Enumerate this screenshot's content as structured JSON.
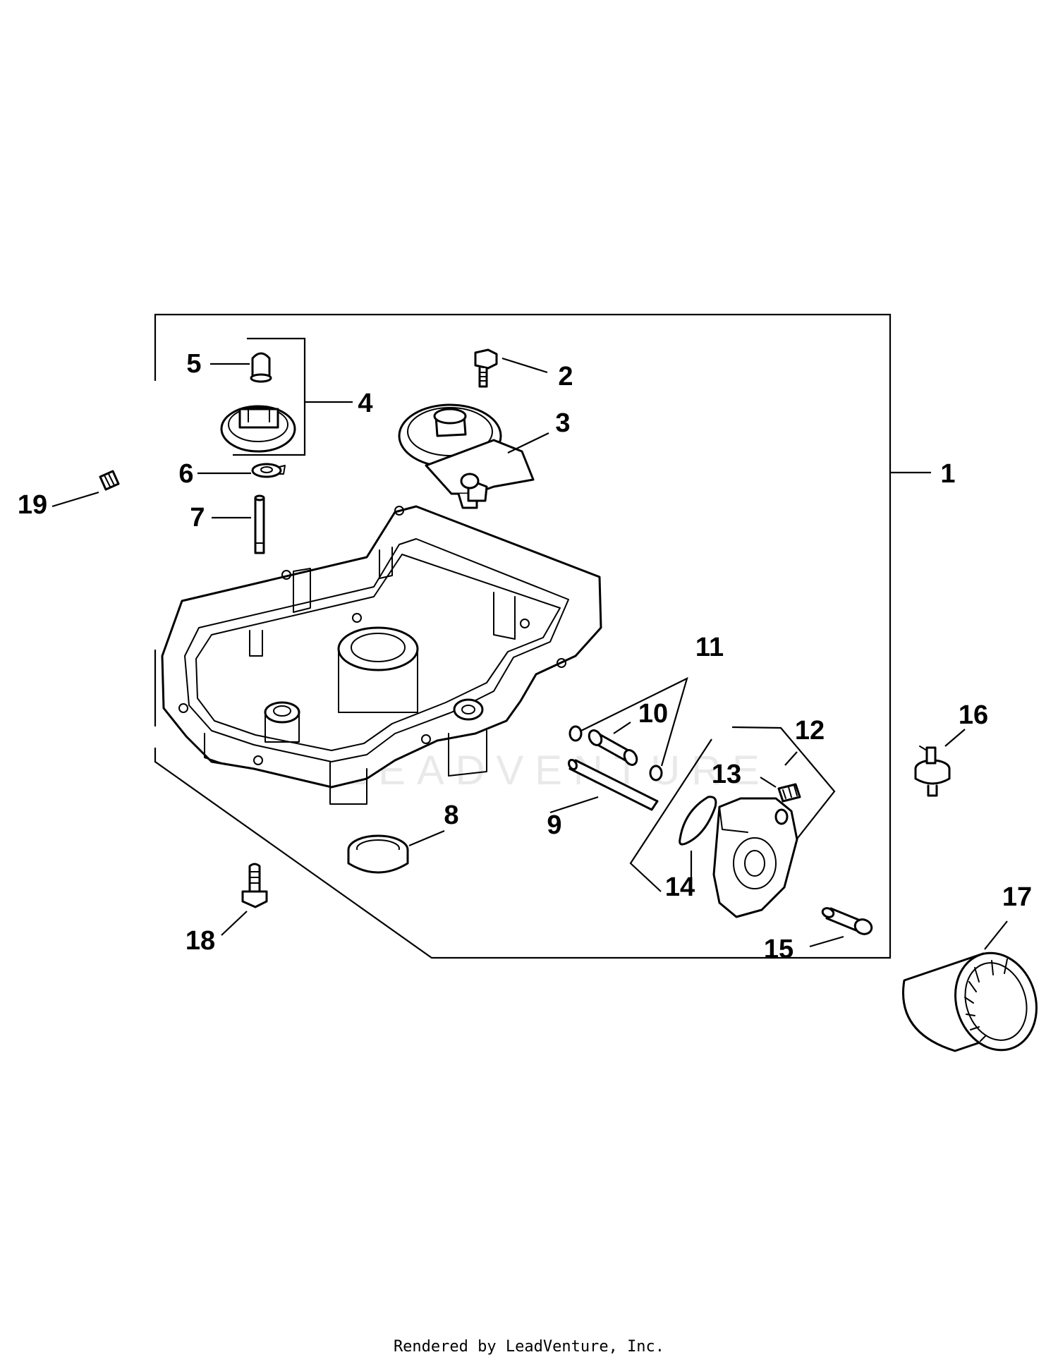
{
  "watermark": "LEADVENTURE",
  "footer": "Rendered by LeadVenture, Inc.",
  "callouts": {
    "c1": "1",
    "c2": "2",
    "c3": "3",
    "c4": "4",
    "c5": "5",
    "c6": "6",
    "c7": "7",
    "c8": "8",
    "c9": "9",
    "c10": "10",
    "c11": "11",
    "c12": "12",
    "c13": "13",
    "c14": "14",
    "c15": "15",
    "c16": "16",
    "c17": "17",
    "c18": "18",
    "c19": "19"
  }
}
